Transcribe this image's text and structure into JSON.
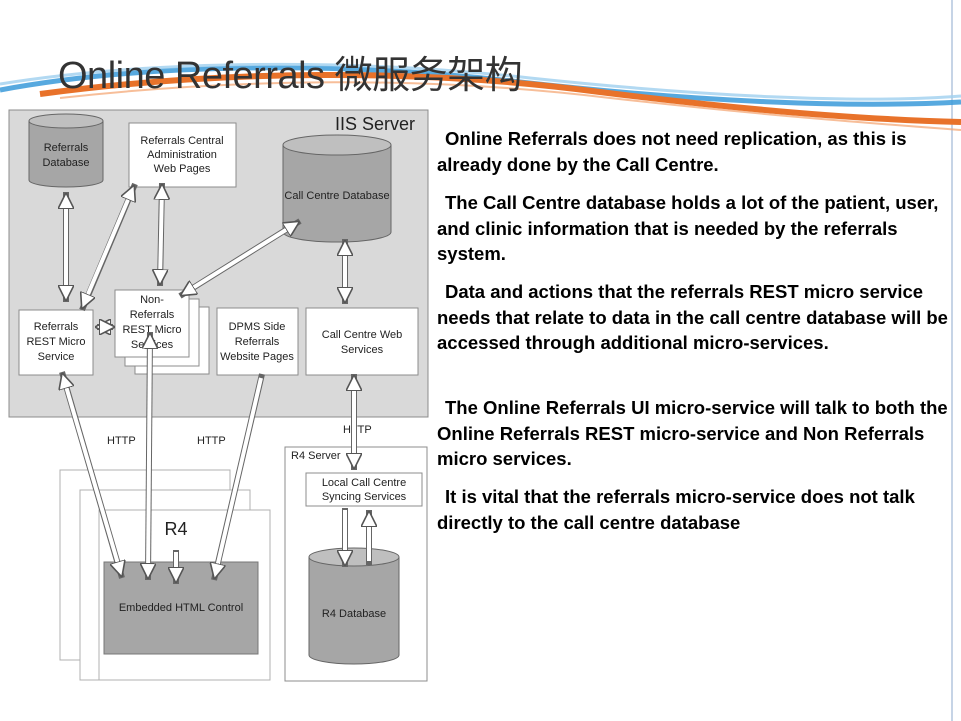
{
  "slide": {
    "title": "Online Referrals 微服务架构"
  },
  "diagram": {
    "iis_server_label": "IIS Server",
    "referrals_database": [
      "Referrals",
      "Database"
    ],
    "admin_web_pages": [
      "Referrals Central",
      "Administration",
      "Web Pages"
    ],
    "call_centre_database": "Call Centre Database",
    "referrals_rest_service": [
      "Referrals",
      "REST Micro",
      "Service"
    ],
    "non_referrals_services": [
      "Non-",
      "Referrals",
      "REST Micro",
      "Services"
    ],
    "dpms_pages": [
      "DPMS Side",
      "Referrals",
      "Website Pages"
    ],
    "call_centre_web_services": [
      "Call Centre Web",
      "Services"
    ],
    "http_label_1": "HTTP",
    "http_label_2": "HTTP",
    "http_label_3": "HTTP",
    "r4_server_label": "R4 Server",
    "syncing_services": [
      "Local Call Centre",
      "Syncing Services"
    ],
    "r4_database": "R4 Database",
    "r4_label": "R4",
    "embedded_control": "Embedded HTML Control"
  },
  "notes": [
    "Online Referrals does not need replication, as this is already done by the Call Centre.",
    "The Call Centre database holds a lot of the patient, user, and clinic information that is needed by the referrals system.",
    "Data and actions that the referrals REST micro service needs that relate to data in the call centre database will be accessed through additional micro-services.",
    "The Online Referrals UI micro-service will talk to both the Online Referrals REST micro-service and Non Referrals micro services.",
    "It is vital that the referrals micro-service does not talk directly to the call centre database"
  ],
  "colors": {
    "swoosh_blue": "#3a9ad9",
    "swoosh_orange": "#e8722a",
    "server_fill": "#d9d9d9",
    "database_fill": "#a6a6a6"
  }
}
